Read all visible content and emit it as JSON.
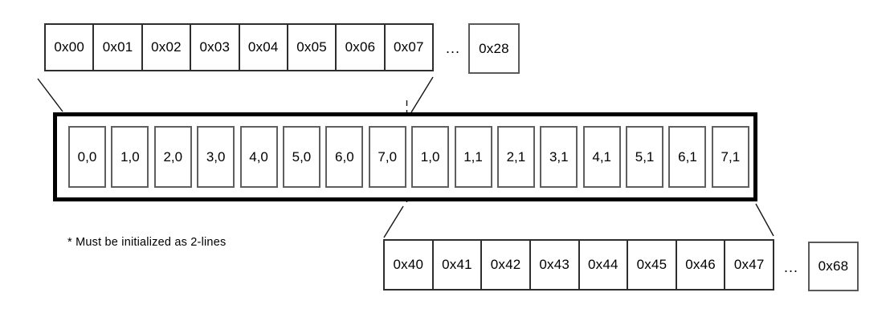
{
  "top_row": {
    "cells": [
      "0x00",
      "0x01",
      "0x02",
      "0x03",
      "0x04",
      "0x05",
      "0x06",
      "0x07"
    ],
    "ellipsis": "...",
    "end_cell": "0x28"
  },
  "cache_line": {
    "cells": [
      "0,0",
      "1,0",
      "2,0",
      "3,0",
      "4,0",
      "5,0",
      "6,0",
      "7,0",
      "1,0",
      "1,1",
      "2,1",
      "3,1",
      "4,1",
      "5,1",
      "6,1",
      "7,1"
    ]
  },
  "bottom_row": {
    "cells": [
      "0x40",
      "0x41",
      "0x42",
      "0x43",
      "0x44",
      "0x45",
      "0x46",
      "0x47"
    ],
    "ellipsis": "...",
    "end_cell": "0x68"
  },
  "footnote": "* Must be initialized as 2-lines",
  "colors": {
    "background": "#ffffff",
    "text": "#000000",
    "row_border": "#2e2e2e",
    "box_border": "#5a5a5a",
    "container_border": "#000000",
    "connector_line": "#141414"
  }
}
